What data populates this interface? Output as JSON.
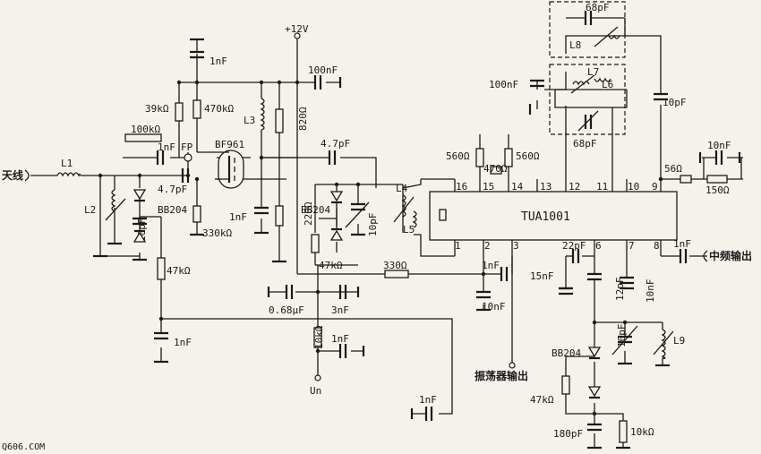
{
  "watermark": "Q606.COM",
  "ic": {
    "name": "TUA1001",
    "pins_top": [
      "16",
      "15",
      "14",
      "13",
      "12",
      "11",
      "10",
      "9"
    ],
    "pins_bottom": [
      "1",
      "2",
      "3",
      "6",
      "7",
      "8"
    ]
  },
  "labels": {
    "antenna": "天线",
    "if_output": "中频输出",
    "osc_output": "振荡器输出",
    "vcc": "+12V",
    "tuning_voltage": "Un",
    "transistor": "BF961",
    "fp": "FP",
    "varactor_1": "BB204",
    "varactor_2": "BB204",
    "varactor_3": "BB204"
  },
  "inductors": {
    "l1": "L1",
    "l2": "L2",
    "l3": "L3",
    "l4": "L4",
    "l5": "L5",
    "l6": "L6",
    "l7": "L7",
    "l8": "L8",
    "l9": "L9"
  },
  "capacitors": {
    "c_1nf_top": "1nF",
    "c_1nf_fp": "1nF",
    "c_4p7_in": "4.7pF",
    "c_10pf_l2": "10pF",
    "c_1nf_src": "1nF",
    "c_100nf_vcc": "100nF",
    "c_4p7_mid": "4.7pF",
    "c_10pf_l4": "10pF",
    "c_0p68uf": "0.68μF",
    "c_3nf": "3nF",
    "c_1nf_un": "1nF",
    "c_1nf_bias": "1nF",
    "c_1nf_pin2": "1nF",
    "c_10nf_pin2": "10nF",
    "c_1nf_bot": "1nF",
    "c_100nf_osc": "100nF",
    "c_68pf_top": "68pF",
    "c_68pf_mid": "68pF",
    "c_10pf_osc": "10pF",
    "c_22pf": "22pF",
    "c_15nf": "15nF",
    "c_12pf": "12pF",
    "c_10nf_pin7": "10nF",
    "c_1nf_if": "1nF",
    "c_10nf_out": "10nF",
    "c_10pf_l9": "10pF",
    "c_180pf": "180pF"
  },
  "resistors": {
    "r_39k": "39kΩ",
    "r_100k": "100kΩ",
    "r_470k": "470kΩ",
    "r_820": "820Ω",
    "r_330k": "330kΩ",
    "r_220": "220Ω",
    "r_47k_a": "47kΩ",
    "r_47k_b": "47kΩ",
    "r_330": "330Ω",
    "r_10k_un": "10kΩ",
    "r_560_a": "560Ω",
    "r_560_b": "560Ω",
    "r_470": "470Ω",
    "r_56": "56Ω",
    "r_150": "150Ω",
    "r_47k_c": "47kΩ",
    "r_10k_bot": "10kΩ"
  }
}
